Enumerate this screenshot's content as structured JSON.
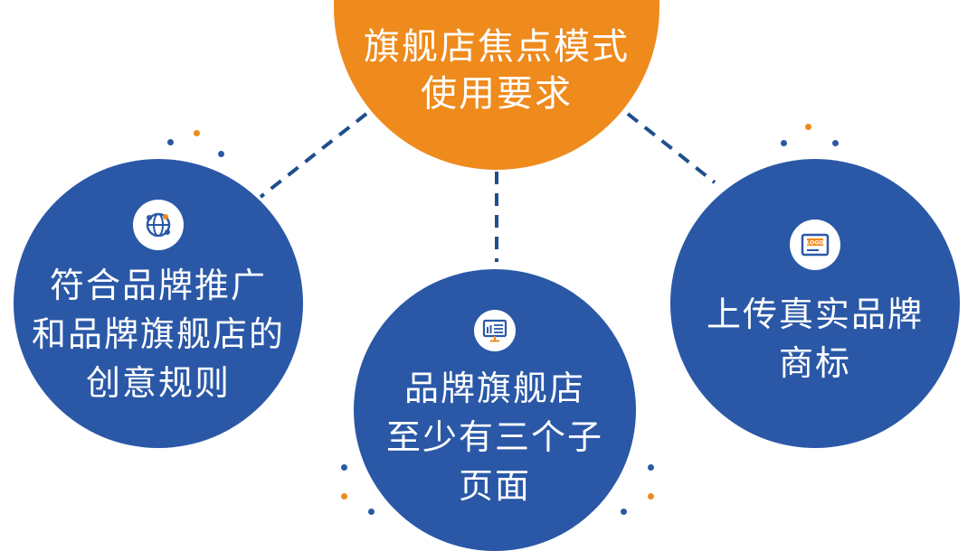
{
  "colors": {
    "accent_orange": "#ef8a1c",
    "circle_blue": "#2a58a7",
    "connector_dash": "#1f4e8c",
    "background": "#ffffff"
  },
  "center": {
    "title_lines": [
      "旗舰店焦点模式",
      "使用要求"
    ]
  },
  "requirements": [
    {
      "icon": "globe-network-icon",
      "lines": [
        "符合品牌推广",
        "和品牌旗舰店的",
        "创意规则"
      ]
    },
    {
      "icon": "web-page-icon",
      "lines": [
        "品牌旗舰店",
        "至少有三个子",
        "页面"
      ]
    },
    {
      "icon": "logo-badge-icon",
      "icon_text": "LOGO",
      "lines": [
        "上传真实品牌",
        "商标"
      ]
    }
  ]
}
